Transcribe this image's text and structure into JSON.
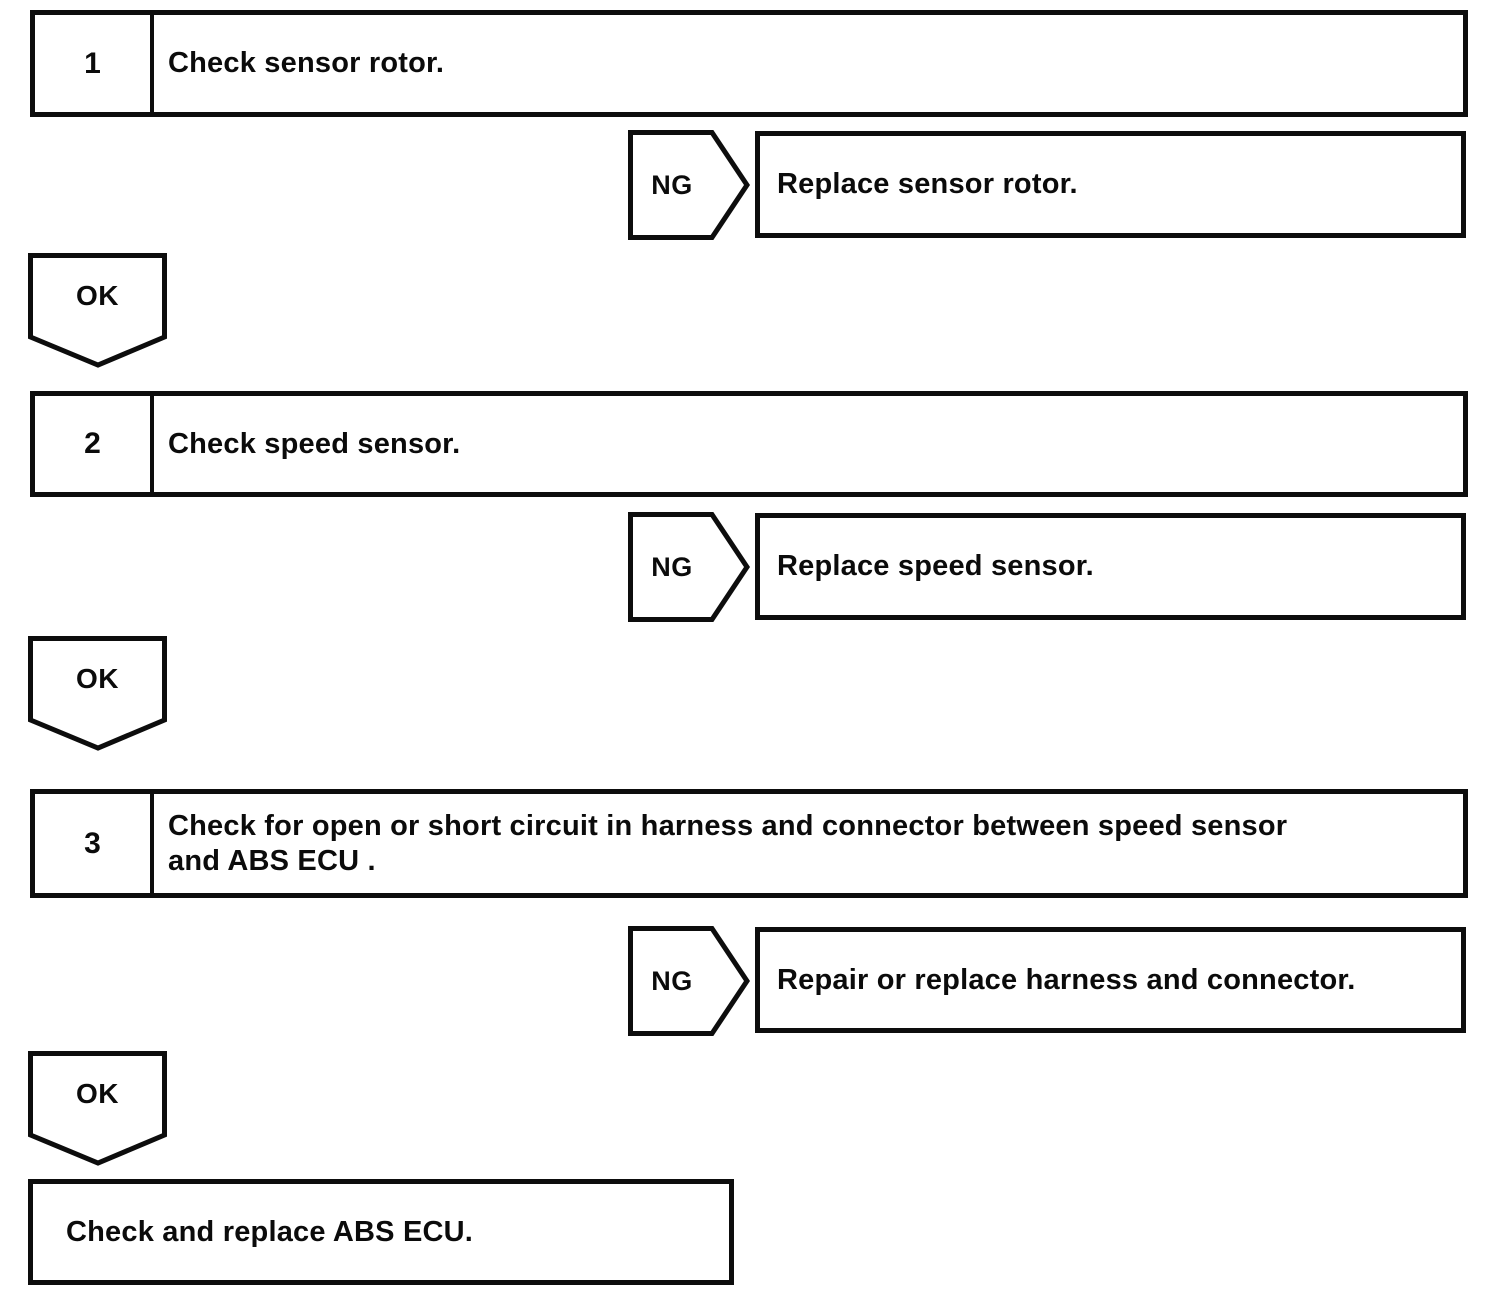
{
  "flowchart": {
    "colors": {
      "ink": "#0d0d0d",
      "paper": "#ffffff"
    },
    "steps": [
      {
        "number": "1",
        "instruction": "Check sensor rotor.",
        "ng_label": "NG",
        "ng_action": "Replace sensor rotor.",
        "ok_label": "OK"
      },
      {
        "number": "2",
        "instruction": "Check speed sensor.",
        "ng_label": "NG",
        "ng_action": "Replace speed sensor.",
        "ok_label": "OK"
      },
      {
        "number": "3",
        "instruction": "Check for open or short circuit in harness and connector between speed sensor\nand ABS ECU .",
        "ng_label": "NG",
        "ng_action": "Repair or replace harness and connector.",
        "ok_label": "OK"
      }
    ],
    "final_action": "Check and replace ABS ECU."
  }
}
